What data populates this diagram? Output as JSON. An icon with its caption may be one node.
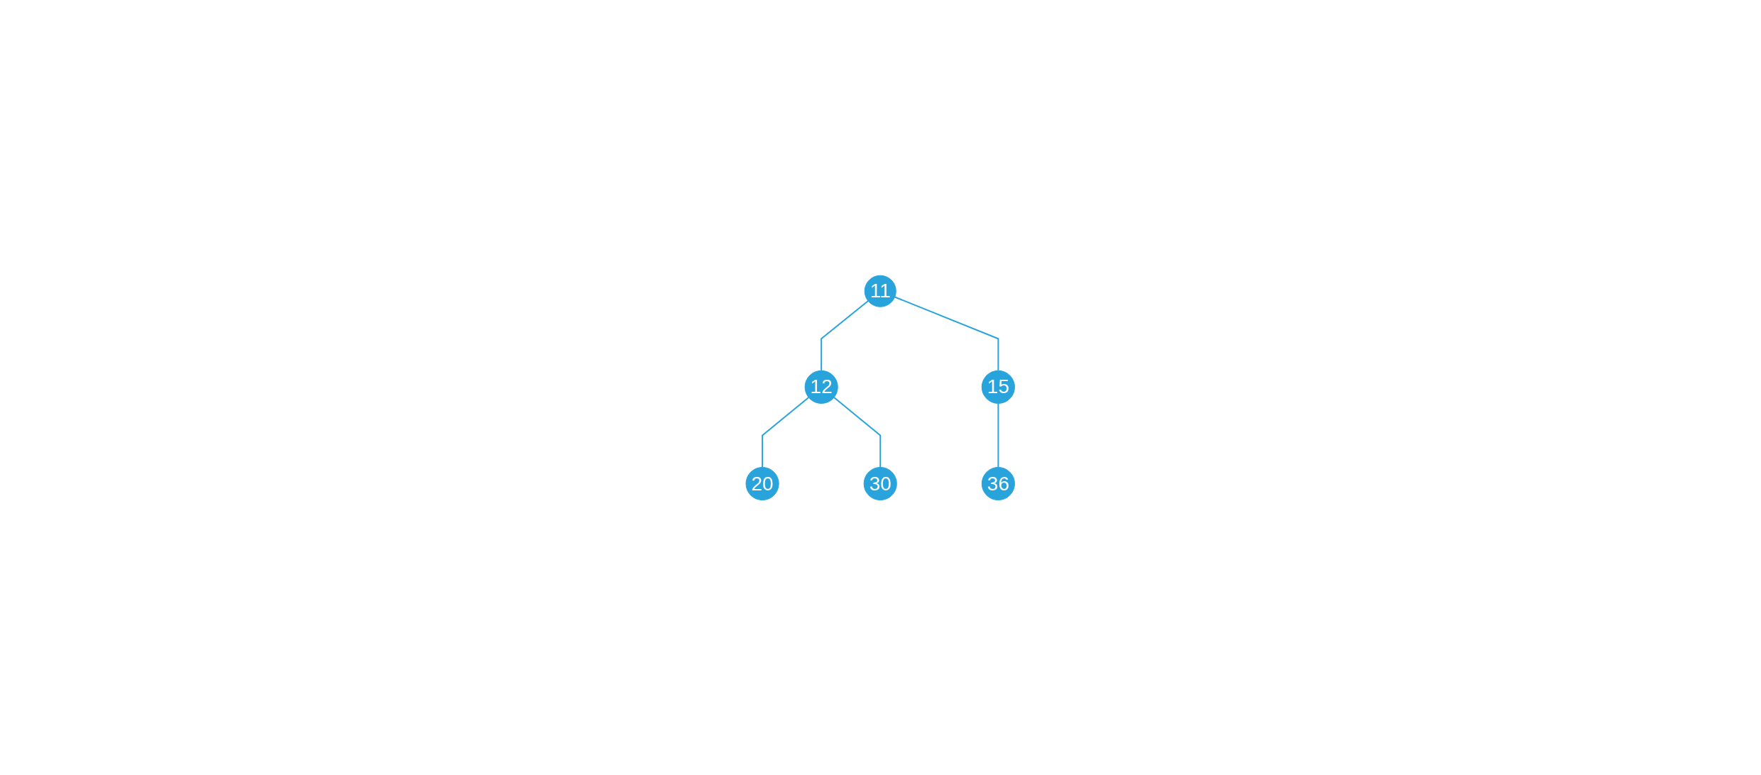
{
  "diagram": {
    "nodes": [
      {
        "text": [
          "11"
        ]
      },
      {
        "text": [
          "12"
        ]
      },
      {
        "text": [
          "15"
        ]
      },
      {
        "text": [
          "20"
        ]
      },
      {
        "text": [
          "30"
        ]
      },
      {
        "text": [
          "36"
        ]
      }
    ],
    "edges": [
      {
        "from": 0,
        "to": 1,
        "arrow": "none"
      },
      {
        "from": 0,
        "to": 2,
        "arrow": "none"
      },
      {
        "from": 1,
        "to": 3,
        "arrow": "none"
      },
      {
        "from": 1,
        "to": 4,
        "arrow": "none"
      },
      {
        "from": 2,
        "to": 5,
        "arrow": "none"
      }
    ]
  }
}
